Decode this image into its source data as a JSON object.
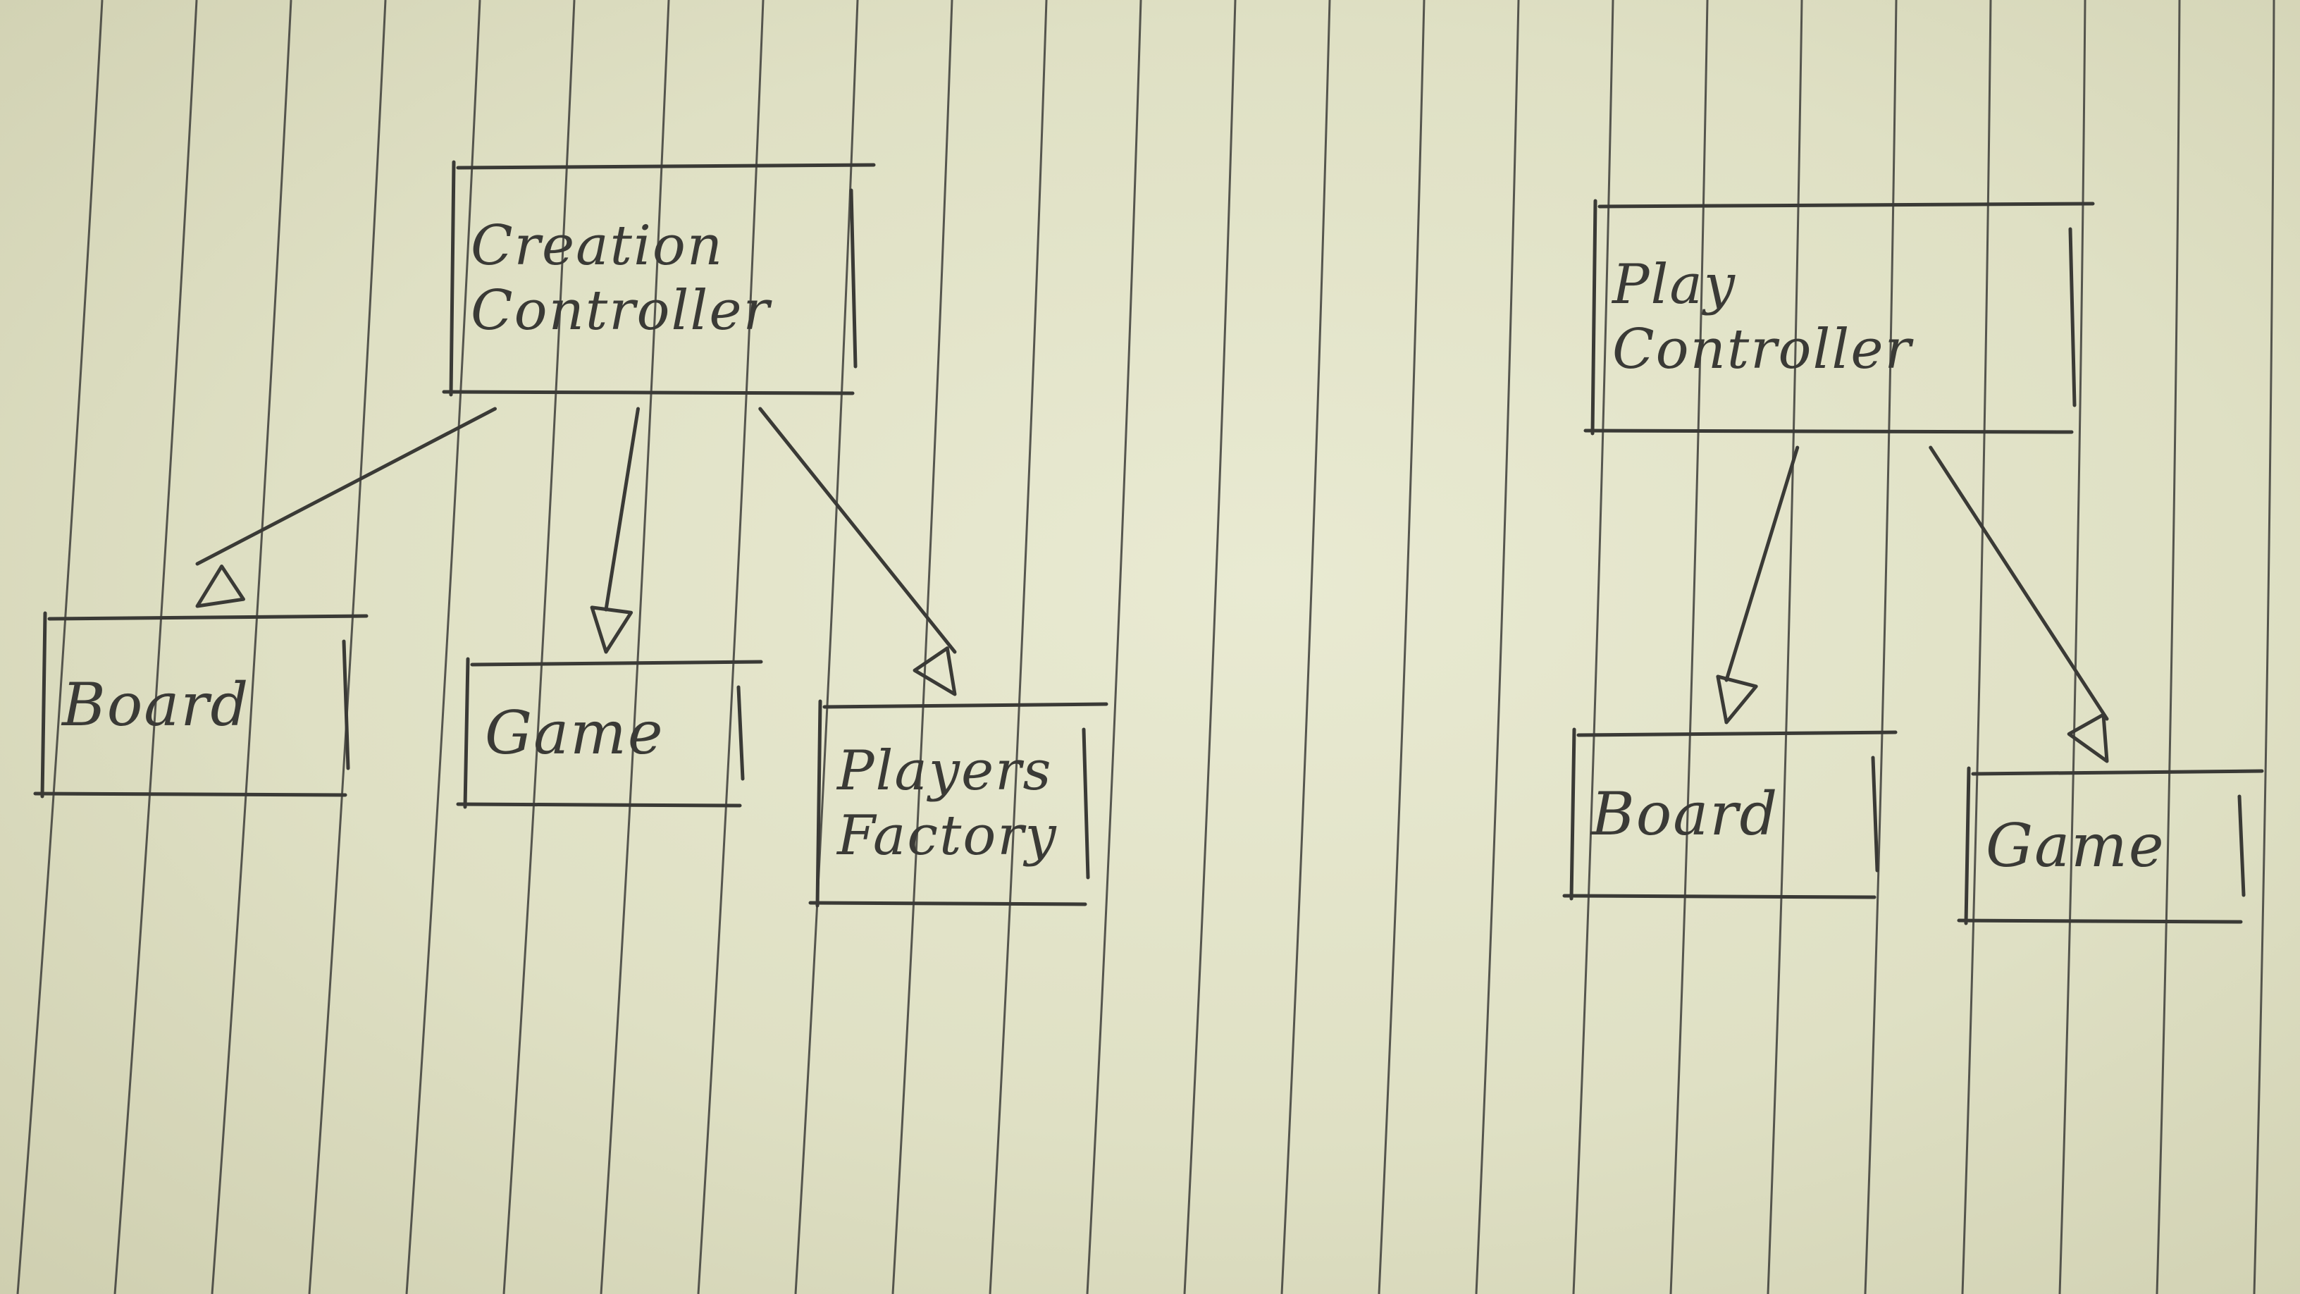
{
  "diagram": {
    "nodes": [
      {
        "id": "creation_controller",
        "lines": [
          "Creation",
          "Controller"
        ]
      },
      {
        "id": "board_left",
        "lines": [
          "Board"
        ]
      },
      {
        "id": "game_left",
        "lines": [
          "Game"
        ]
      },
      {
        "id": "players_factory",
        "lines": [
          "Players",
          "Factory"
        ]
      },
      {
        "id": "play_controller",
        "lines": [
          "Play",
          "Controller"
        ]
      },
      {
        "id": "board_right",
        "lines": [
          "Board"
        ]
      },
      {
        "id": "game_right",
        "lines": [
          "Game"
        ]
      }
    ],
    "edges": [
      {
        "from": "creation_controller",
        "to": "board_left"
      },
      {
        "from": "creation_controller",
        "to": "game_left"
      },
      {
        "from": "creation_controller",
        "to": "players_factory"
      },
      {
        "from": "play_controller",
        "to": "board_right"
      },
      {
        "from": "play_controller",
        "to": "game_right"
      }
    ],
    "colors": {
      "paper": "#e4e5cb",
      "rule_line": "#3c3c38",
      "ink": "#3a3a36"
    }
  }
}
